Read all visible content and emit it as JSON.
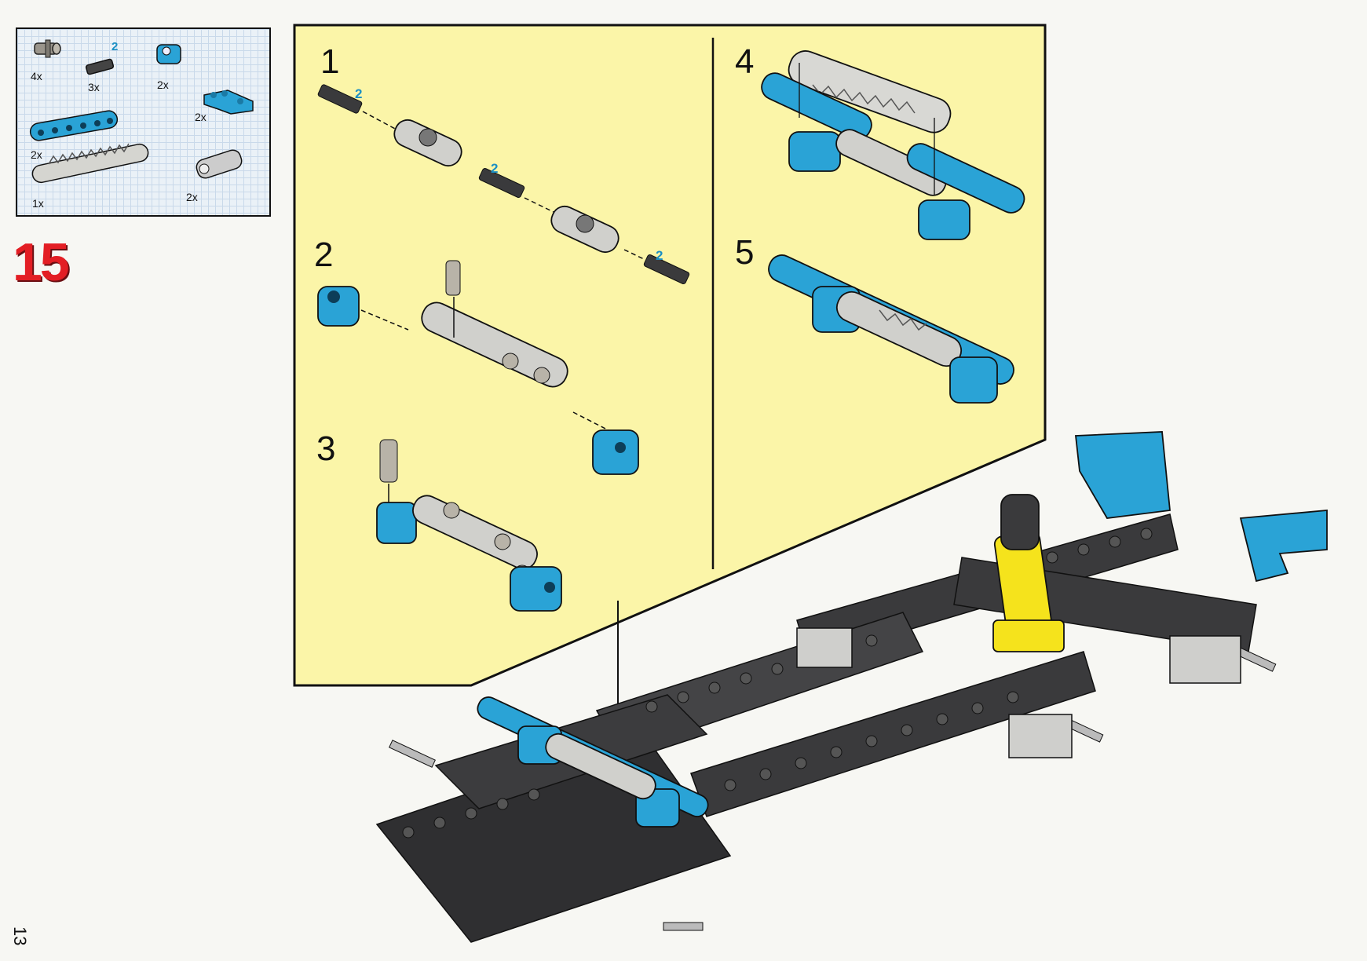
{
  "step_number": "15",
  "page_number": "13",
  "parts": [
    {
      "icon": "connector-peg-icon",
      "qty": "4x"
    },
    {
      "icon": "axle-connector-icon",
      "qty": "3x"
    },
    {
      "icon": "blue-cam-connector-icon",
      "qty": "2x"
    },
    {
      "icon": "blue-angle-plate-icon",
      "qty": "2x"
    },
    {
      "icon": "blue-beam-icon",
      "qty": "2x"
    },
    {
      "icon": "gear-rack-icon",
      "qty": "1x"
    },
    {
      "icon": "gray-axle-joiner-icon",
      "qty": "2x"
    }
  ],
  "parts_sub_label": "2",
  "substeps": [
    "1",
    "2",
    "3",
    "4",
    "5"
  ],
  "callout_counts": [
    "2",
    "2",
    "2"
  ],
  "colors": {
    "panel_yellow": "#fbf5a8",
    "accent_blue": "#1a8fc4",
    "step_red": "#e31e24",
    "brick_dark": "#3a3a3c",
    "shock_yellow": "#f5e31c"
  }
}
